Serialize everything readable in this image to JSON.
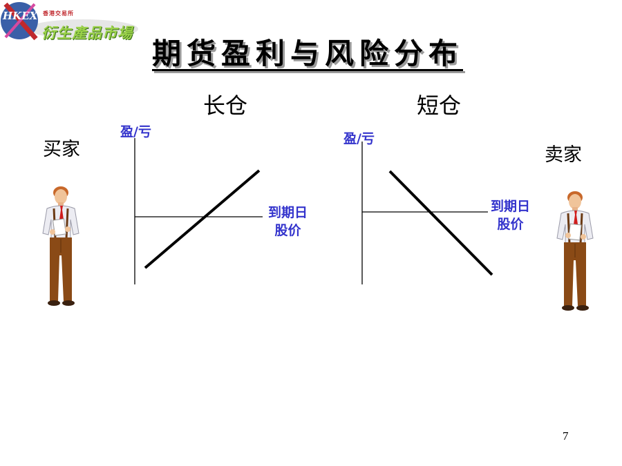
{
  "logo": {
    "mark_text": "HKEX",
    "exchange_name": "香港交易所",
    "market_name": "衍生產品市場"
  },
  "title": "期货盈利与风险分布",
  "diagrams": [
    {
      "heading": "长仓",
      "side_label": "买家",
      "y_axis_label": "盈/亏",
      "x_axis_label_line1": "到期日",
      "x_axis_label_line2": "股价",
      "payoff_direction": "rising"
    },
    {
      "heading": "短仓",
      "side_label": "卖家",
      "y_axis_label": "盈/亏",
      "x_axis_label_line1": "到期日",
      "x_axis_label_line2": "股价",
      "payoff_direction": "falling"
    }
  ],
  "page_number": "7",
  "colors": {
    "axis_label": "#3333cc",
    "logo_green": "#9bd24a",
    "logo_red": "#c0282d",
    "logo_blue": "#3a5fa8"
  }
}
